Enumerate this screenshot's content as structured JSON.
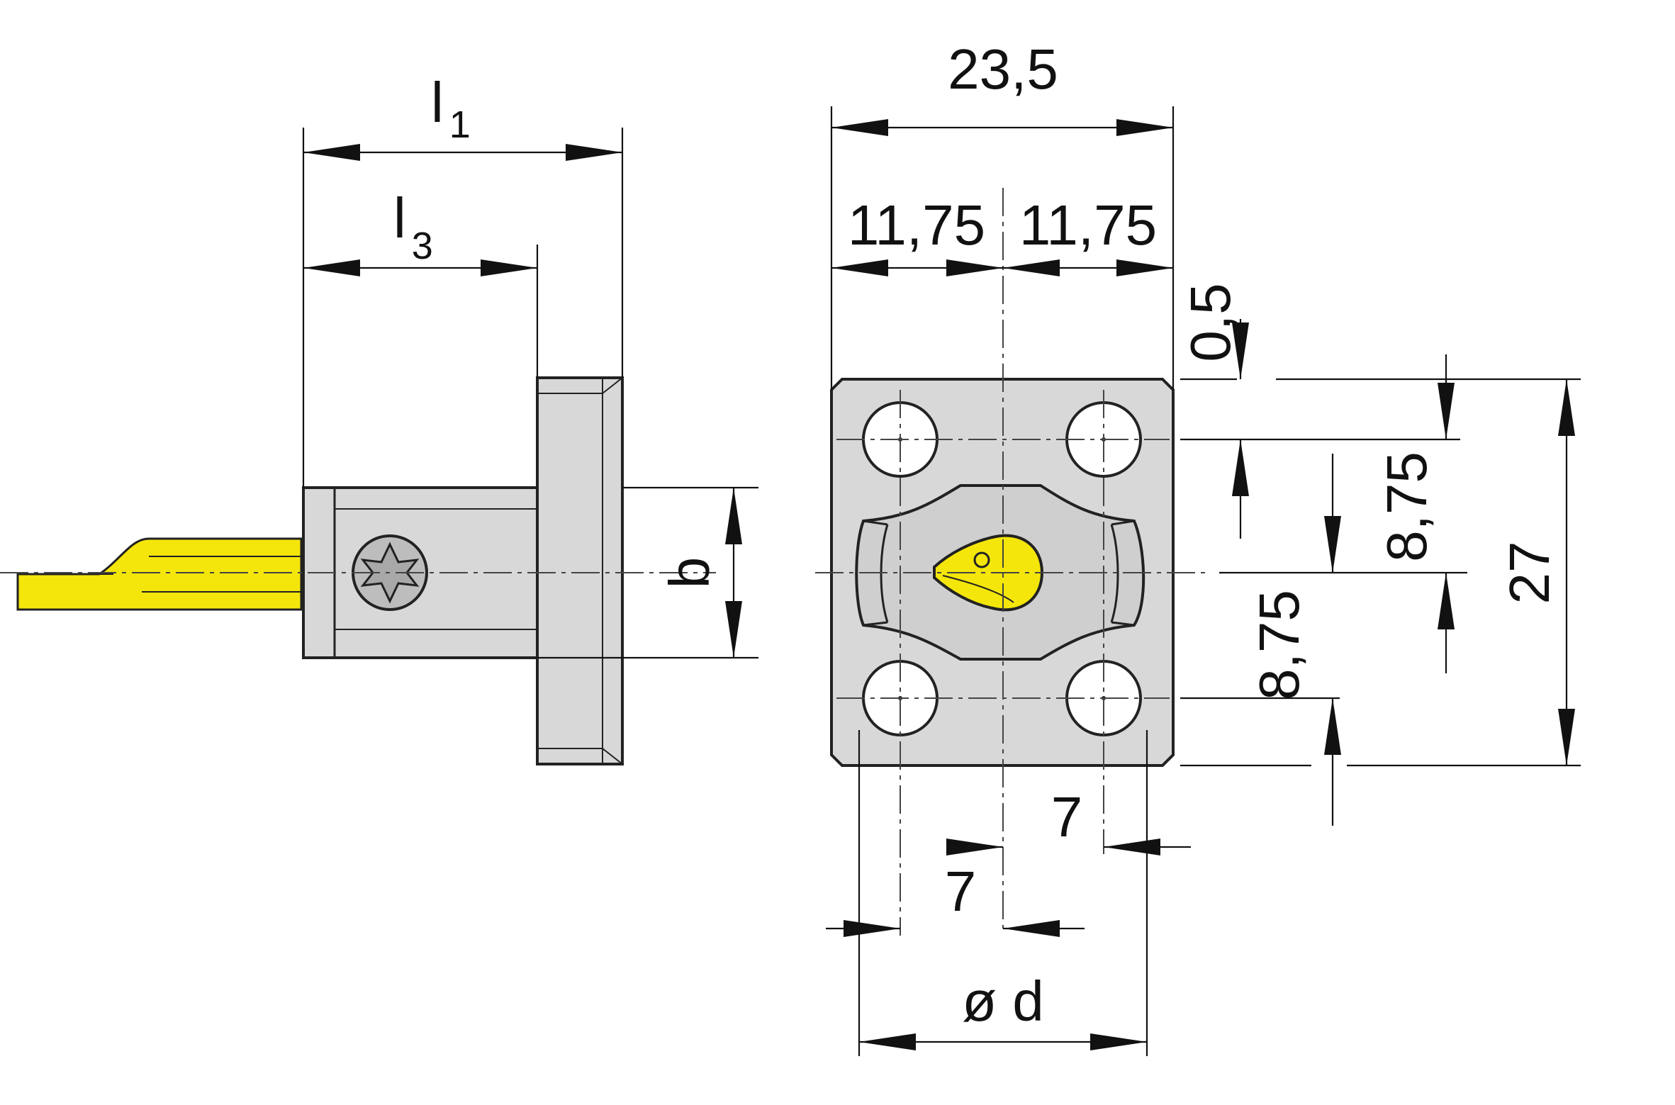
{
  "colors": {
    "part_gray": "#d8d8d8",
    "part_gray_dark": "#c9c9c9",
    "insert_yellow": "#f4e60a",
    "outline": "#222222",
    "background": "#ffffff"
  },
  "icons": {
    "screw": "torx-screw-icon"
  },
  "side_view": {
    "l1": {
      "sym": "l",
      "sub": "1"
    },
    "l3": {
      "sym": "l",
      "sub": "3"
    },
    "b": "b"
  },
  "front_view": {
    "width_total": "23,5",
    "half_left": "11,75",
    "half_right": "11,75",
    "edge_offset": "0,5",
    "upper_spacing": "8,75",
    "lower_spacing": "8,75",
    "height_total": "27",
    "hole_offset_right": "7",
    "hole_offset_left": "7",
    "diameter": "ø d"
  }
}
